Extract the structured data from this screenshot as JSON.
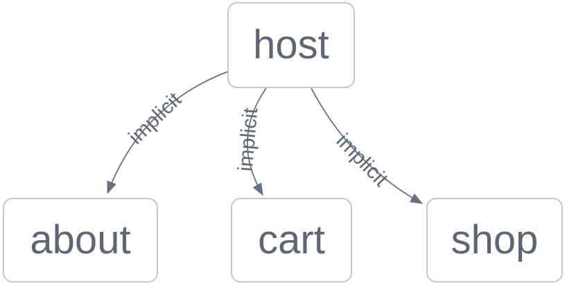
{
  "diagram": {
    "type": "dependency-graph",
    "background_color": "#ffffff",
    "colors": {
      "node_border": "#c5c6ca",
      "node_text": "#5e6673",
      "edge_stroke": "#66707e",
      "edge_label_text": "#5e6874"
    },
    "nodes": [
      {
        "id": "host",
        "label": "host"
      },
      {
        "id": "about",
        "label": "about"
      },
      {
        "id": "cart",
        "label": "cart"
      },
      {
        "id": "shop",
        "label": "shop"
      }
    ],
    "edges": [
      {
        "from": "host",
        "to": "about",
        "label": "implicit"
      },
      {
        "from": "host",
        "to": "cart",
        "label": "implicit"
      },
      {
        "from": "host",
        "to": "shop",
        "label": "implicit"
      }
    ]
  }
}
